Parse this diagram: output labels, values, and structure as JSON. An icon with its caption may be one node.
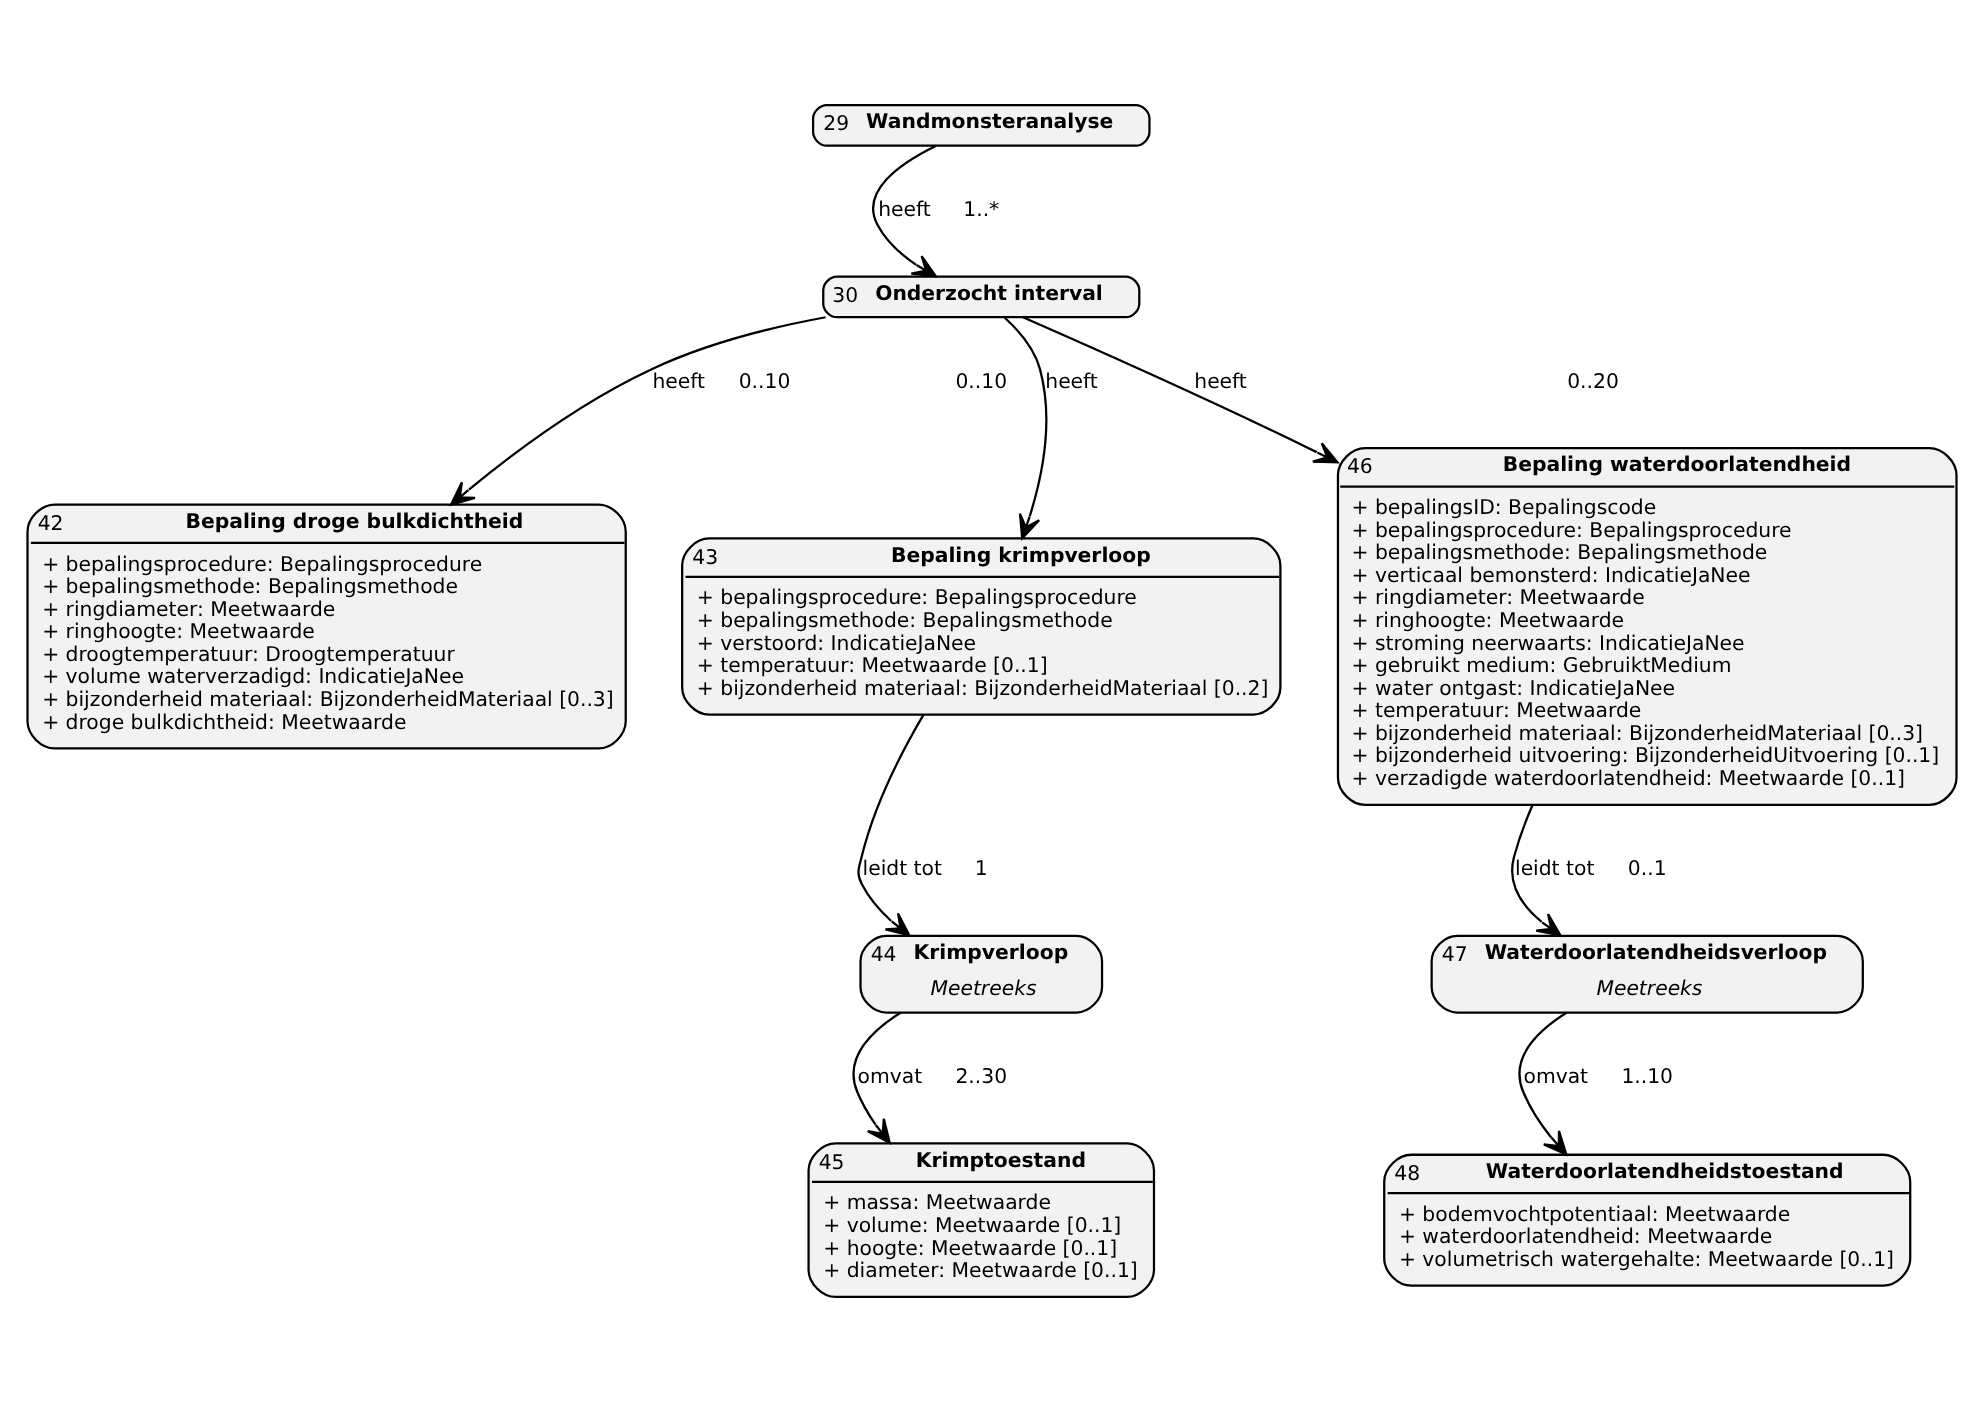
{
  "diagram": {
    "nodes": [
      {
        "text": [
          "29",
          "Wandmonsteranalyse"
        ]
      },
      {
        "text": [
          "30",
          "Onderzocht interval"
        ]
      },
      {
        "text": [
          "42",
          "Bepaling droge bulkdichtheid",
          "+ bepalingsprocedure: Bepalingsprocedure",
          "+ bepalingsmethode: Bepalingsmethode",
          "+ ringdiameter: Meetwaarde",
          "+ ringhoogte: Meetwaarde",
          "+ droogtemperatuur: Droogtemperatuur",
          "+ volume waterverzadigd: IndicatieJaNee",
          "+ bijzonderheid materiaal: BijzonderheidMateriaal [0..3]",
          "+ droge bulkdichtheid: Meetwaarde"
        ]
      },
      {
        "text": [
          "43",
          "Bepaling krimpverloop",
          "+ bepalingsprocedure: Bepalingsprocedure",
          "+ bepalingsmethode: Bepalingsmethode",
          "+ verstoord: IndicatieJaNee",
          "+ temperatuur: Meetwaarde [0..1]",
          "+ bijzonderheid materiaal: BijzonderheidMateriaal [0..2]"
        ]
      },
      {
        "text": [
          "44",
          "Krimpverloop",
          "Meetreeks"
        ]
      },
      {
        "text": [
          "45",
          "Krimptoestand",
          "+ massa: Meetwaarde",
          "+ volume: Meetwaarde [0..1]",
          "+ hoogte: Meetwaarde [0..1]",
          "+ diameter: Meetwaarde [0..1]"
        ]
      },
      {
        "text": [
          "46",
          "Bepaling waterdoorlatendheid",
          "+ bepalingsID: Bepalingscode",
          "+ bepalingsprocedure: Bepalingsprocedure",
          "+ bepalingsmethode: Bepalingsmethode",
          "+ verticaal bemonsterd: IndicatieJaNee",
          "+ ringdiameter: Meetwaarde",
          "+ ringhoogte: Meetwaarde",
          "+ stroming neerwaarts: IndicatieJaNee",
          "+ gebruikt medium: GebruiktMedium",
          "+ water ontgast: IndicatieJaNee",
          "+ temperatuur: Meetwaarde",
          "+ bijzonderheid materiaal: BijzonderheidMateriaal [0..3]",
          "+ bijzonderheid uitvoering: BijzonderheidUitvoering [0..1]",
          "+ verzadigde waterdoorlatendheid: Meetwaarde [0..1]"
        ]
      },
      {
        "text": [
          "47",
          "Waterdoorlatendheidsverloop",
          "Meetreeks"
        ]
      },
      {
        "text": [
          "48",
          "Waterdoorlatendheidstoestand",
          "+ bodemvochtpotentiaal: Meetwaarde",
          "+ waterdoorlatendheid: Meetwaarde",
          "+ volumetrisch watergehalte: Meetwaarde [0..1]"
        ]
      }
    ],
    "edges": [
      {
        "from": 0,
        "to": 1,
        "arrow": "to",
        "label": "heeft"
      },
      {
        "from": 1,
        "to": 2,
        "arrow": "to",
        "label": "heeft"
      },
      {
        "from": 1,
        "to": 3,
        "arrow": "to",
        "label": "heeft"
      },
      {
        "from": 1,
        "to": 6,
        "arrow": "to",
        "label": "heeft"
      },
      {
        "from": 3,
        "to": 4,
        "arrow": "to",
        "label": "leidt tot"
      },
      {
        "from": 4,
        "to": 5,
        "arrow": "to",
        "label": "omvat"
      },
      {
        "from": 6,
        "to": 7,
        "arrow": "to",
        "label": "leidt tot"
      },
      {
        "from": 7,
        "to": 8,
        "arrow": "to",
        "label": "omvat"
      }
    ],
    "labels": [
      "1..*",
      "0..10",
      "0..10",
      "0..20",
      "1",
      "2..30",
      "0..1",
      "1..10"
    ]
  }
}
